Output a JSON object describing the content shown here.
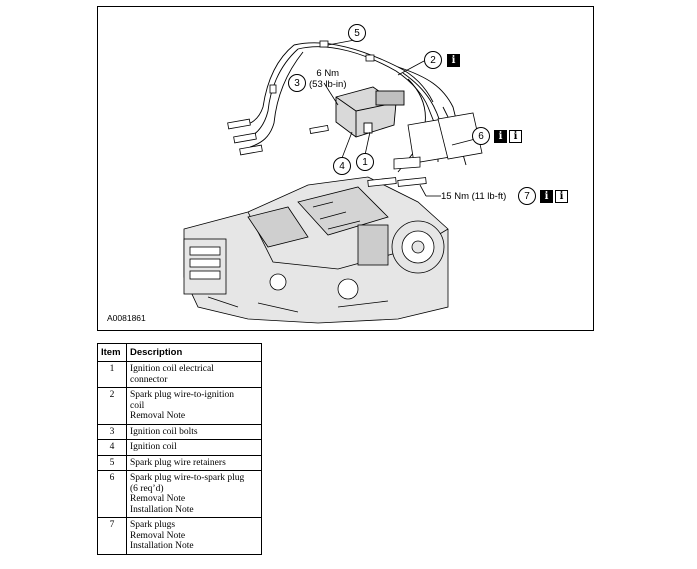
{
  "figure": {
    "id_label": "A0081861",
    "callouts": [
      "1",
      "2",
      "3",
      "4",
      "5",
      "6",
      "7"
    ],
    "torque_coil_bolts": [
      "6 Nm",
      "(53 lb-in)"
    ],
    "torque_spark_plugs": "15 Nm (11 lb-ft)",
    "info_glyph": "i",
    "colors": {
      "line": "#000000",
      "background": "#ffffff",
      "engine_fill": "#e6e6e6"
    }
  },
  "table": {
    "headers": [
      "Item",
      "Description"
    ],
    "rows": [
      {
        "item": "1",
        "lines": [
          "Ignition coil electrical",
          "connector"
        ]
      },
      {
        "item": "2",
        "lines": [
          "Spark plug wire-to-ignition",
          "coil",
          "Removal Note"
        ]
      },
      {
        "item": "3",
        "lines": [
          "Ignition coil bolts"
        ]
      },
      {
        "item": "4",
        "lines": [
          "Ignition coil"
        ]
      },
      {
        "item": "5",
        "lines": [
          "Spark plug wire retainers"
        ]
      },
      {
        "item": "6",
        "lines": [
          "Spark plug wire-to-spark plug",
          "(6 req’d)",
          "Removal Note",
          "Installation Note"
        ]
      },
      {
        "item": "7",
        "lines": [
          "Spark plugs",
          "Removal Note",
          "Installation Note"
        ]
      }
    ]
  }
}
